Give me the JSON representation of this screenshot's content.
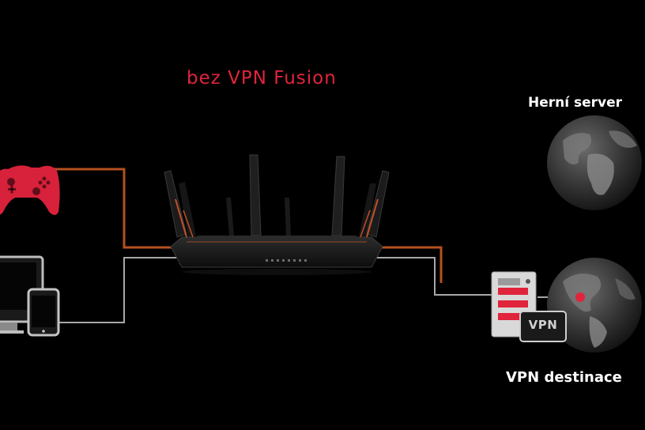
{
  "diagram": {
    "title": "bez VPN Fusion",
    "labels": {
      "game_server": "Herní server",
      "vpn_destination": "VPN destinace"
    },
    "vpn_badge": "VPN"
  },
  "colors": {
    "background": "#000000",
    "accent_red": "#e0243c",
    "gaming_line": "#b5501f",
    "normal_line": "#a8a8a8",
    "gamepad": "#d8213a",
    "device_fill": "#1a1a1a",
    "globe": "#4a4a4a"
  },
  "icons": [
    "gamepad-icon",
    "monitor-icon",
    "tablet-icon",
    "router-icon",
    "globe-icon",
    "vpn-server-icon"
  ]
}
